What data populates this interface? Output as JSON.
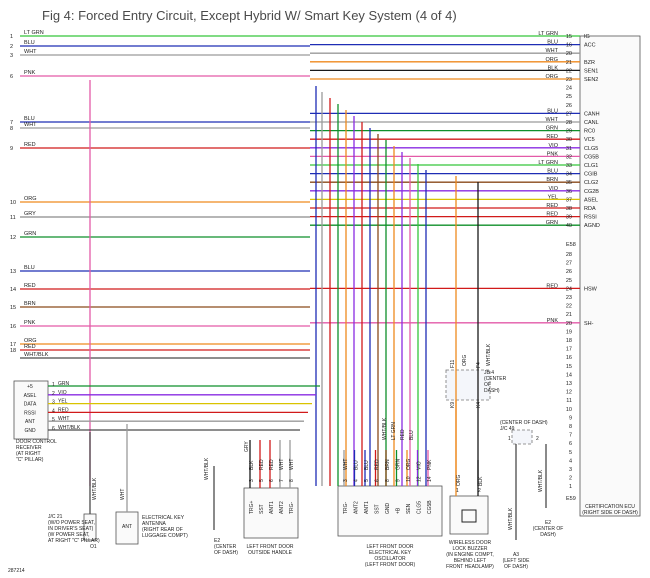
{
  "title": "Fig 4: Forced Entry Circuit, Except Hybrid W/ Smart Key System (4 of 4)",
  "figure_id": "287214",
  "colors": {
    "BLU": "#1e2db5",
    "WHT": "#9a9a9a",
    "PNK": "#e35aa8",
    "RED": "#d11a1a",
    "ORG": "#ef8a1e",
    "GRY": "#8a8a8a",
    "GRN": "#0f8f2a",
    "BRN": "#8a4a1a",
    "VIO": "#8a2be2",
    "YEL": "#d9c300",
    "BLK": "#1a1a1a",
    "LT GRN": "#35c53a",
    "WHT/BLK": "#4a4a4a"
  },
  "left_pins": [
    "1",
    "2",
    "3",
    "6",
    "7",
    "8",
    "9",
    "10",
    "11",
    "12",
    "13",
    "14",
    "15",
    "16",
    "17",
    "18"
  ],
  "left_wire_labels": [
    {
      "pin": "1",
      "color": "LT GRN"
    },
    {
      "pin": "2",
      "color": "BLU"
    },
    {
      "pin": "3",
      "color": "WHT"
    },
    {
      "pin": "6",
      "color": "PNK"
    },
    {
      "pin": "7",
      "color": "BLU"
    },
    {
      "pin": "8",
      "color": "WHT"
    },
    {
      "pin": "9",
      "color": "RED"
    },
    {
      "pin": "10",
      "color": "ORG"
    },
    {
      "pin": "11",
      "color": "GRY"
    },
    {
      "pin": "12",
      "color": "GRN"
    },
    {
      "pin": "13",
      "color": "BLU"
    },
    {
      "pin": "14",
      "color": "RED"
    },
    {
      "pin": "15",
      "color": "BRN"
    },
    {
      "pin": "16",
      "color": "PNK"
    },
    {
      "pin": "17",
      "color": "ORG"
    },
    {
      "pin": "18",
      "color": "RED"
    },
    {
      "pin": "",
      "color": "WHT/BLK"
    }
  ],
  "ecu": {
    "label": "CERTIFICATION ECU\n(RIGHT SIDE OF DASH)",
    "connector": "E58",
    "terminals_top": [
      {
        "pin": "15",
        "name": "IG",
        "color": "LT GRN"
      },
      {
        "pin": "16",
        "name": "ACC",
        "color": "BLU"
      },
      {
        "pin": "20",
        "name": "",
        "color": "WHT"
      },
      {
        "pin": "21",
        "name": "BZR",
        "color": "ORG"
      },
      {
        "pin": "22",
        "name": "SEN1",
        "color": "BLK"
      },
      {
        "pin": "23",
        "name": "SEN2",
        "color": "ORG"
      },
      {
        "pin": "24",
        "name": "",
        "color": ""
      },
      {
        "pin": "25",
        "name": "",
        "color": ""
      },
      {
        "pin": "26",
        "name": "",
        "color": ""
      },
      {
        "pin": "27",
        "name": "CANH",
        "color": "BLU"
      },
      {
        "pin": "28",
        "name": "CANL",
        "color": "WHT"
      },
      {
        "pin": "29",
        "name": "RC0",
        "color": "GRN"
      },
      {
        "pin": "30",
        "name": "VC5",
        "color": "RED"
      },
      {
        "pin": "31",
        "name": "CLG5",
        "color": "VIO"
      },
      {
        "pin": "32",
        "name": "CG5B",
        "color": "PNK"
      },
      {
        "pin": "33",
        "name": "CLG1",
        "color": "LT GRN"
      },
      {
        "pin": "34",
        "name": "CGIB",
        "color": "BLU"
      },
      {
        "pin": "35",
        "name": "CLG2",
        "color": "BRN"
      },
      {
        "pin": "36",
        "name": "CG2B",
        "color": "VIO"
      },
      {
        "pin": "37",
        "name": "ASEL",
        "color": "YEL"
      },
      {
        "pin": "38",
        "name": "RDA",
        "color": "RED"
      },
      {
        "pin": "39",
        "name": "RSSI",
        "color": "RED"
      },
      {
        "pin": "40",
        "name": "AGND",
        "color": "GRN"
      }
    ],
    "terminals_bottom": [
      {
        "pin": "28",
        "name": "",
        "color": ""
      },
      {
        "pin": "27",
        "name": "",
        "color": ""
      },
      {
        "pin": "26",
        "name": "",
        "color": ""
      },
      {
        "pin": "25",
        "name": "",
        "color": ""
      },
      {
        "pin": "24",
        "name": "HSW",
        "color": "RED"
      },
      {
        "pin": "23",
        "name": "",
        "color": ""
      },
      {
        "pin": "22",
        "name": "",
        "color": ""
      },
      {
        "pin": "21",
        "name": "",
        "color": ""
      },
      {
        "pin": "20",
        "name": "SH-",
        "color": "PNK"
      },
      {
        "pin": "19",
        "name": "",
        "color": ""
      },
      {
        "pin": "18",
        "name": "",
        "color": ""
      },
      {
        "pin": "17",
        "name": "",
        "color": ""
      },
      {
        "pin": "16",
        "name": "",
        "color": ""
      },
      {
        "pin": "15",
        "name": "",
        "color": ""
      },
      {
        "pin": "14",
        "name": "",
        "color": ""
      },
      {
        "pin": "13",
        "name": "",
        "color": ""
      },
      {
        "pin": "12",
        "name": "",
        "color": ""
      },
      {
        "pin": "11",
        "name": "",
        "color": ""
      },
      {
        "pin": "10",
        "name": "",
        "color": ""
      },
      {
        "pin": "9",
        "name": "",
        "color": ""
      },
      {
        "pin": "8",
        "name": "",
        "color": ""
      },
      {
        "pin": "7",
        "name": "",
        "color": ""
      },
      {
        "pin": "6",
        "name": "",
        "color": ""
      },
      {
        "pin": "5",
        "name": "",
        "color": ""
      },
      {
        "pin": "4",
        "name": "",
        "color": ""
      },
      {
        "pin": "3",
        "name": "",
        "color": ""
      },
      {
        "pin": "2",
        "name": "",
        "color": ""
      },
      {
        "pin": "1",
        "name": "",
        "color": ""
      }
    ],
    "bottom_connector": "E59"
  },
  "door_receiver": {
    "label": "DOOR CONTROL\nRECEIVER\n(AT RIGHT\n\"C\" PILLAR)",
    "pins": [
      {
        "pin": "1",
        "name": "+5",
        "color": "GRN"
      },
      {
        "pin": "2",
        "name": "ASEL",
        "color": "VIO"
      },
      {
        "pin": "3",
        "name": "DATA",
        "color": "YEL"
      },
      {
        "pin": "4",
        "name": "RSSI",
        "color": "RED"
      },
      {
        "pin": "5",
        "name": "ANT",
        "color": "WHT"
      },
      {
        "pin": "6",
        "name": "GND",
        "color": "WHT/BLK"
      }
    ]
  },
  "jc21": {
    "label": "J/C 21\n(W/O POWER SEAT,\nIN DRIVER'S SEAT)\n(W POWER SEAT,\nAT RIGHT \"C\" PILLAR)",
    "wire": "WHT/BLK",
    "ground": "O1"
  },
  "antenna": {
    "label": "ELECTRICAL KEY\nANTENNA\n(RIGHT REAR OF\nLUGGAGE COMPT)",
    "pin_name": "ANT",
    "wire": "WHT"
  },
  "ground_e2": {
    "label": "E2\n(CENTER\nOF DASH)",
    "wire": "WHT/BLK"
  },
  "door_handle": {
    "label": "LEFT FRONT DOOR\nOUTSIDE HANDLE",
    "pins": [
      {
        "pin": "3",
        "name": "TRG+",
        "color": "BLK"
      },
      {
        "pin": "5",
        "name": "SST",
        "color": "RED"
      },
      {
        "pin": "6",
        "name": "ANT1",
        "color": "RED"
      },
      {
        "pin": "7",
        "name": "ANT2",
        "color": "WHT"
      },
      {
        "pin": "8",
        "name": "TRG-",
        "color": "WHT"
      }
    ],
    "gry_wire": "GRY"
  },
  "oscillator": {
    "label": "LEFT FRONT DOOR\nELECTRICAL KEY\nOSCILLATOR\n(LEFT FRONT DOOR)",
    "pins": [
      {
        "pin": "3",
        "name": "TRG-",
        "color": "WHT"
      },
      {
        "pin": "4",
        "name": "ANT2",
        "color": "BLU"
      },
      {
        "pin": "5",
        "name": "ANT1",
        "color": "BLU"
      },
      {
        "pin": "6",
        "name": "SST",
        "color": "RED"
      },
      {
        "pin": "8",
        "name": "GND",
        "color": "BRN"
      },
      {
        "pin": "9",
        "name": "+B",
        "color": "GRN"
      },
      {
        "pin": "10",
        "name": "SEN",
        "color": "ORG"
      },
      {
        "pin": "12",
        "name": "CLG5",
        "color": "VIO"
      },
      {
        "pin": "14",
        "name": "CG5B",
        "color": "PNK"
      }
    ],
    "extra": [
      "WHT/BLK",
      "LT GRN",
      "RED",
      "BLU"
    ]
  },
  "jb4": {
    "label": "JB 4\n(CENTER\nOF\nDASH)",
    "pins": [
      "F11",
      "F4"
    ],
    "wires": [
      "ORG",
      "WHT/BLK"
    ],
    "bottom_pins": [
      "K9",
      "K4"
    ]
  },
  "jc49": {
    "label": "(CENTER OF DASH)\nJ/C 49",
    "pins": [
      "1",
      "2"
    ]
  },
  "buzzer": {
    "label": "WIRELESS DOOR\nLOCK BUZZER\n(IN ENGINE COMPT,\nBEHIND LEFT\nFRONT HEADLAMP)",
    "pins": [
      "1",
      "2"
    ],
    "wires": [
      "ORG",
      "BLK"
    ]
  },
  "ground_a3": {
    "label": "A3\n(LEFT SIDE\nOF DASH)",
    "wire": "WHT/BLK"
  },
  "ground_e2b": {
    "label": "E2\n(CENTER OF\nDASH)",
    "wire": "WHT/BLK"
  }
}
